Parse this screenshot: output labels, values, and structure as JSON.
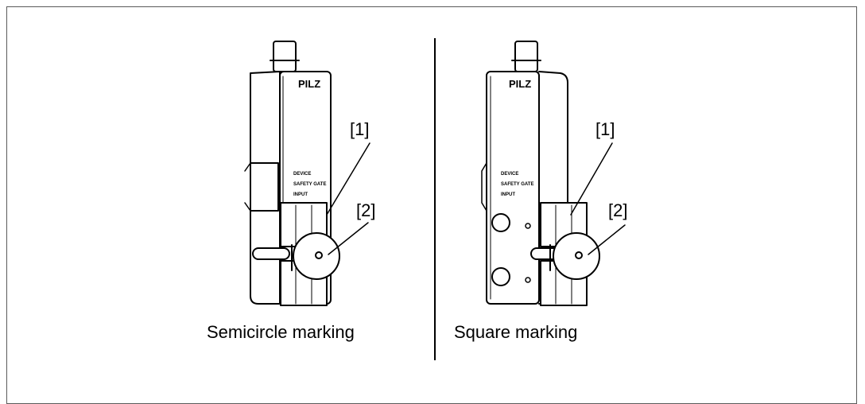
{
  "figures": [
    {
      "id": "left",
      "brand": "PILZ",
      "panel_lines": [
        "DEVICE",
        "SAFETY GATE",
        "INPUT"
      ],
      "callouts": [
        "[1]",
        "[2]"
      ],
      "caption": "Semicircle marking"
    },
    {
      "id": "right",
      "brand": "PILZ",
      "panel_lines": [
        "DEVICE",
        "SAFETY GATE",
        "INPUT"
      ],
      "callouts": [
        "[1]",
        "[2]"
      ],
      "caption": "Square marking"
    }
  ]
}
